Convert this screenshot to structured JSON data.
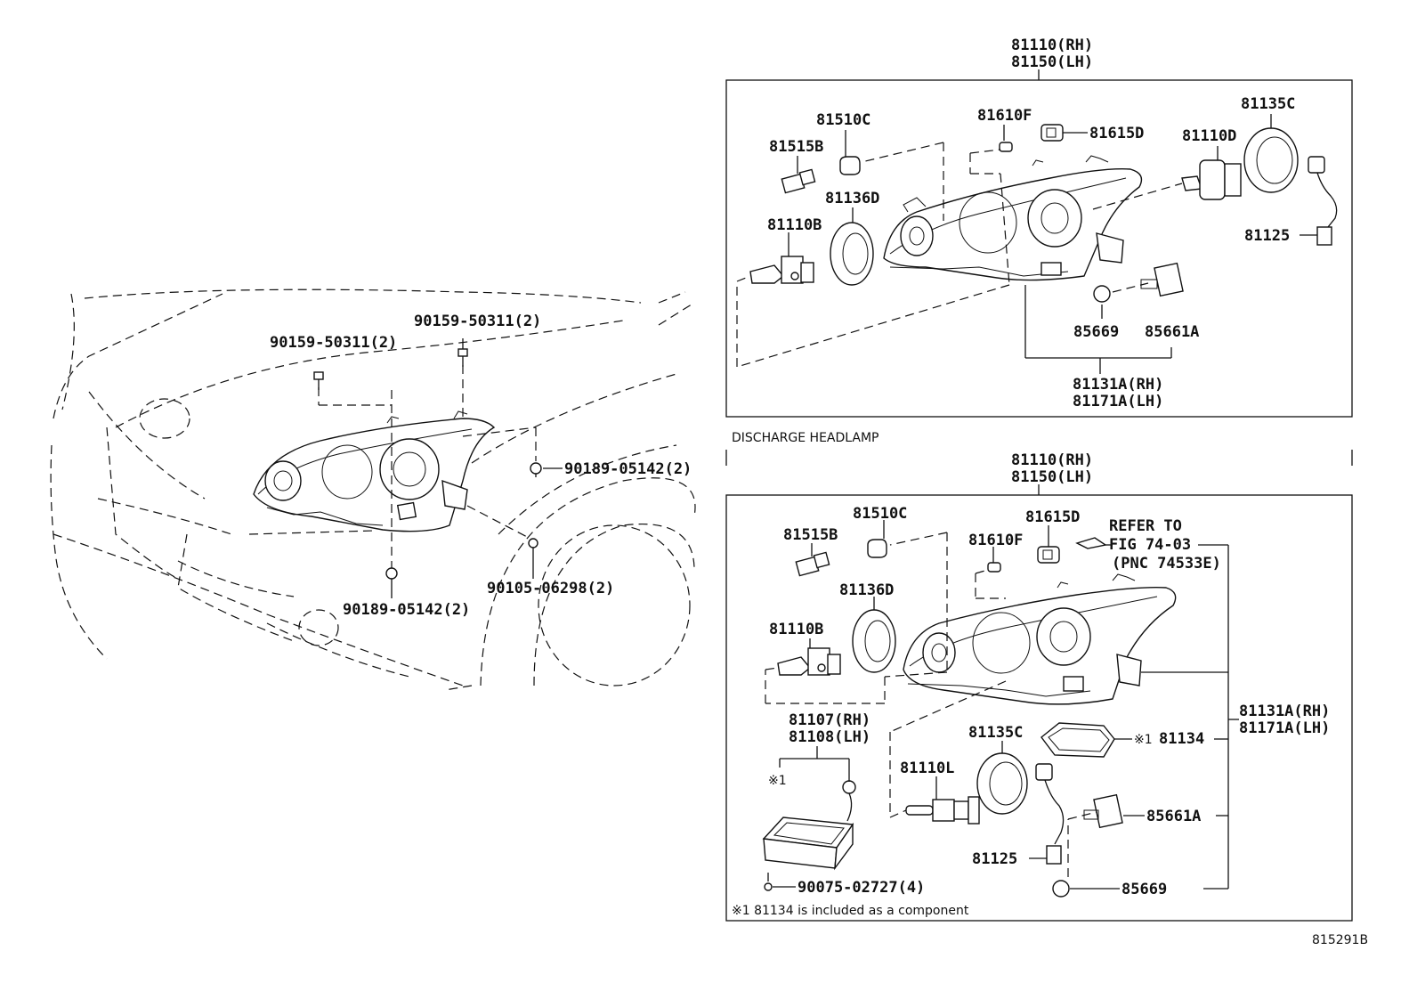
{
  "left_view": {
    "labels": {
      "bolt_a": "90159-50311(2)",
      "bolt_b": "90159-50311(2)",
      "nut_right": "90189-05142(2)",
      "nut_bottom": "90189-05142(2)",
      "screw": "90105-06298(2)"
    }
  },
  "halogen_box": {
    "assembly_rh": "81110(RH)",
    "assembly_lh": "81150(LH)",
    "labels": {
      "p81510C": "81510C",
      "p81515B": "81515B",
      "p81136D": "81136D",
      "p81110B": "81110B",
      "p81610F": "81610F",
      "p81615D": "81615D",
      "p81110D": "81110D",
      "p81135C": "81135C",
      "p81125": "81125",
      "p85669": "85669",
      "p85661A": "85661A",
      "sub_rh": "81131A(RH)",
      "sub_lh": "81171A(LH)"
    }
  },
  "discharge_box": {
    "heading": "DISCHARGE HEADLAMP",
    "assembly_rh": "81110(RH)",
    "assembly_lh": "81150(LH)",
    "labels": {
      "p81510C": "81510C",
      "p81515B": "81515B",
      "p81615D": "81615D",
      "p81610F": "81610F",
      "p81136D": "81136D",
      "p81110B": "81110B",
      "refer_to": "REFER TO",
      "fig": "FIG 74-03",
      "pnc": "(PNC 74533E)",
      "ballast_rh": "81107(RH)",
      "ballast_lh": "81108(LH)",
      "note_mark": "※1",
      "p81135C": "81135C",
      "p81110L": "81110L",
      "p81134": "81134",
      "p81125": "81125",
      "p85661A": "85661A",
      "p85669": "85669",
      "sub_rh": "81131A(RH)",
      "sub_lh": "81171A(LH)",
      "screw": "90075-02727(4)",
      "footnote": "※1 81134 is included as a component"
    }
  },
  "figure_id": "815291B"
}
